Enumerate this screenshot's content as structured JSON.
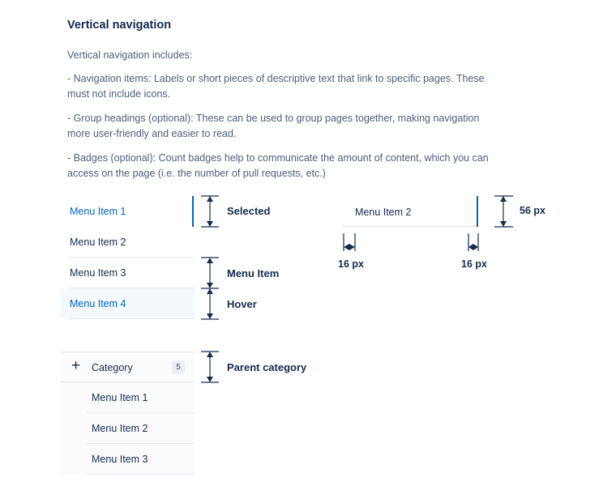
{
  "heading": "Vertical navigation",
  "paragraphs": {
    "intro": "Vertical navigation includes:",
    "nav_items": "- Navigation items: Labels or short pieces of descriptive text that link to specific pages. These must not include icons.",
    "group_headings": "- Group headings (optional): These can be used to group pages together, making navigation more user-friendly and easier to read.",
    "badges": "- Badges (optional): Count badges help to communicate the amount of content, which you can access on the page (i.e. the number of pull requests, etc.)"
  },
  "nav": {
    "items": [
      {
        "label": "Menu Item 1",
        "state": "selected"
      },
      {
        "label": "Menu Item 2",
        "state": "default"
      },
      {
        "label": "Menu Item 3",
        "state": "default"
      },
      {
        "label": "Menu Item 4",
        "state": "hover"
      }
    ]
  },
  "annotations": {
    "selected": "Selected",
    "menu_item": "Menu Item",
    "hover": "Hover",
    "parent_category": "Parent category"
  },
  "spec": {
    "item_label": "Menu Item 2",
    "height": "56 px",
    "padding_left": "16 px",
    "padding_right": "16 px"
  },
  "category": {
    "label": "Category",
    "badge": "5",
    "children": [
      "Menu Item 1",
      "Menu Item 2",
      "Menu Item 3"
    ]
  },
  "colors": {
    "selected": "#0065c1",
    "hover_bg": "#f4f9fd",
    "text": "#172b4d",
    "body_text": "#505f79"
  }
}
